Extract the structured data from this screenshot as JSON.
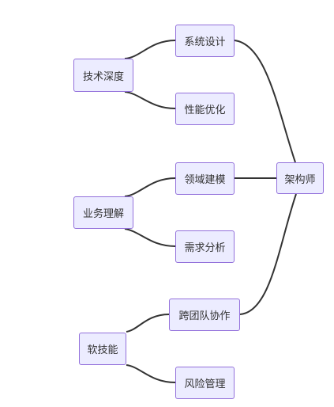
{
  "diagram": {
    "root": {
      "label": "架构师"
    },
    "branches": [
      {
        "label": "技术深度",
        "children": [
          {
            "label": "系统设计"
          },
          {
            "label": "性能优化"
          }
        ]
      },
      {
        "label": "业务理解",
        "children": [
          {
            "label": "领域建模"
          },
          {
            "label": "需求分析"
          }
        ]
      },
      {
        "label": "软技能",
        "children": [
          {
            "label": "跨团队协作"
          },
          {
            "label": "风险管理"
          }
        ]
      }
    ]
  },
  "colors": {
    "node_fill": "#ececff",
    "node_border": "#9370db",
    "edge": "#333333",
    "text": "#333333"
  }
}
